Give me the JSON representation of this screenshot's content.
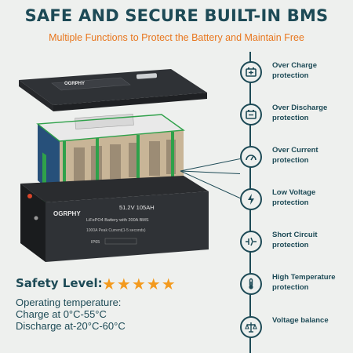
{
  "header": {
    "title": "SAFE AND SECURE BUILT-IN BMS",
    "subtitle": "Multiple Functions to Protect the Battery and Maintain Free"
  },
  "features": [
    {
      "label": "Over Charge protection",
      "icon": "over-charge-icon"
    },
    {
      "label": "Over Discharge protection",
      "icon": "over-discharge-icon"
    },
    {
      "label": "Over Current protection",
      "icon": "over-current-icon"
    },
    {
      "label": "Low Voltage protection",
      "icon": "low-voltage-icon"
    },
    {
      "label": "Short Circuit protection",
      "icon": "short-circuit-icon"
    },
    {
      "label": "High Temperature protection",
      "icon": "high-temperature-icon"
    },
    {
      "label": "Voltage balance",
      "icon": "voltage-balance-icon"
    }
  ],
  "battery": {
    "lid_brand": "OGRPHY",
    "brand": "OGRPHY",
    "model": "51.2V 105AH",
    "spec_line1": "LiFePO4 Battery with 200A BMS",
    "spec_line2": "1000A Peak Current(1-5 seconds)",
    "rating": "IP65"
  },
  "safety": {
    "label": "Safety Level:",
    "stars": 5,
    "stars_text": "★★★★★",
    "temp_title": "Operating  temperature:",
    "charge": "Charge at 0°C-55°C",
    "discharge": "Discharge at-20°C-60°C"
  },
  "colors": {
    "accent": "#1d4a56",
    "orange": "#e8761d",
    "star": "#f39a1e"
  }
}
